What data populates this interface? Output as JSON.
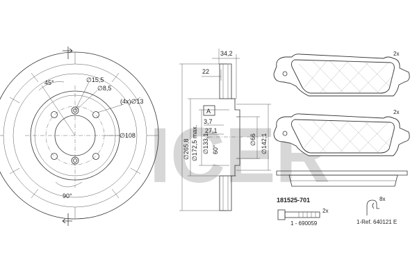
{
  "colors": {
    "line": "#333333",
    "watermark": "#d7d7d7",
    "background": "#ffffff"
  },
  "watermark": {
    "text": "ICER"
  },
  "disc_front": {
    "angle_top": "45°",
    "dim_15_5": "∅15,5",
    "dim_8_5": "∅8,5",
    "bolt_pattern": "(4x)∅13",
    "dim_108": "∅108",
    "angle_bottom": "90°"
  },
  "disc_section": {
    "width_top": "34,2",
    "width_22": "22",
    "label_a": "A",
    "dim_3_7": "3,7",
    "dim_27_1": "27,1",
    "dim_265_8": "∅265,8",
    "dim_172_5": "∅172,5 max.",
    "dim_133_1": "∅133,1",
    "dim_66": "∅66",
    "dim_142_1": "∅142,1",
    "angle_60": "60°"
  },
  "pads": {
    "qty_top": "2x",
    "qty_bottom": "2x"
  },
  "kit": {
    "part_number": "181525-701",
    "bolt_qty": "2x",
    "bolt_ref": "1 - 690059",
    "spring_qty": "8x",
    "spring_ref": "1-Ref. 640121 E"
  }
}
